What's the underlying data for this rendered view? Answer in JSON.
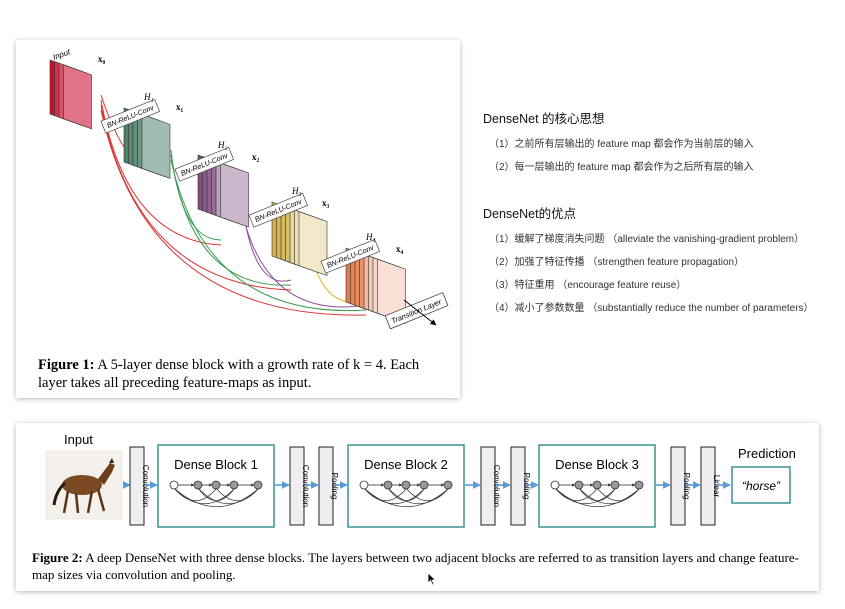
{
  "figure1": {
    "input_label": "Input",
    "x_labels": [
      "x₀",
      "x₁",
      "x₂",
      "x₃",
      "x₄"
    ],
    "h_labels": [
      "H₁",
      "H₂",
      "H₃",
      "H₄"
    ],
    "op_label": "BN-ReLU-Conv",
    "transition_label": "Transition Layer",
    "caption_bold": "Figure 1:",
    "caption_text": " A 5-layer dense block with a growth rate of k = 4. Each layer takes all preceding feature-maps as input.",
    "colors": {
      "x0": "#c8102e",
      "x1": "#2f6b4f",
      "x2": "#6b2d6b",
      "x3": "#c9a227",
      "x4": "#e0632b"
    }
  },
  "notes": {
    "core_title": "DenseNet 的核心思想",
    "core_items": [
      "（1）之前所有层输出的 feature map 都会作为当前层的输入",
      "（2）每一层输出的 feature map 都会作为之后所有层的输入"
    ],
    "advantages_title": "DenseNet的优点",
    "advantage_items": [
      "（1）缓解了梯度消失问题 （alleviate the vanishing-gradient problem）",
      "（2）加强了特征传播 （strengthen feature propagation）",
      "（3）特征重用 （encourage feature reuse）",
      "（4）减小了参数数量 （substantially reduce the number of parameters）"
    ]
  },
  "figure2": {
    "input_label": "Input",
    "prediction_label": "Prediction",
    "prediction_value": "“horse”",
    "layer_convolution": "Convolution",
    "layer_pooling": "Pooling",
    "layer_linear": "Linear",
    "blocks": [
      "Dense Block 1",
      "Dense Block 2",
      "Dense Block 3"
    ],
    "caption_bold": "Figure 2:",
    "caption_text": " A deep DenseNet with three dense blocks. The layers between two adjacent blocks are referred to as transition layers and change feature-map sizes via convolution and pooling.",
    "colors": {
      "block_border": "#2e8b88",
      "arrow": "#5b9bd5"
    }
  }
}
